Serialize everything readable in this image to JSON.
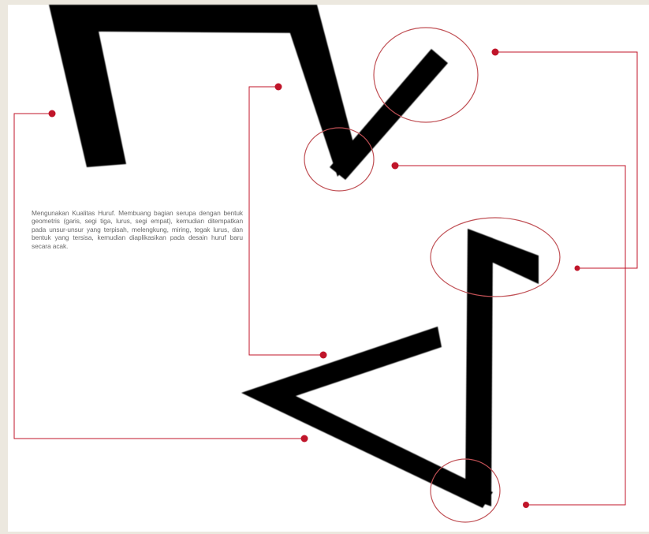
{
  "caption": "Mengunakan Kualitas Huruf. Membuang bagian serupa dengan bentuk geometris (garis, segi tiga, lurus, segi empat), kemudian ditempatkan pada unsur-unsur yang terpisah, melengkung, miring, tegak lurus, dan bentuk yang tersisa, kemudian diaplikasikan pada desain huruf baru secara acak.",
  "colors": {
    "background": "#ece8df",
    "paper": "#ffffff",
    "glyph": "#000000",
    "connector": "#c0152a",
    "highlight_circle": "#c05055"
  },
  "elements": {
    "top_glyph": "broken letter form made of thick black strokes",
    "bottom_glyph": "triangular letter form made of thick black strokes",
    "circles": [
      "top-right stroke end",
      "checkmark joint",
      "right arm end",
      "bottom corner"
    ],
    "connectors": [
      "left loop",
      "middle loop",
      "right upper loop",
      "right lower loop"
    ]
  }
}
